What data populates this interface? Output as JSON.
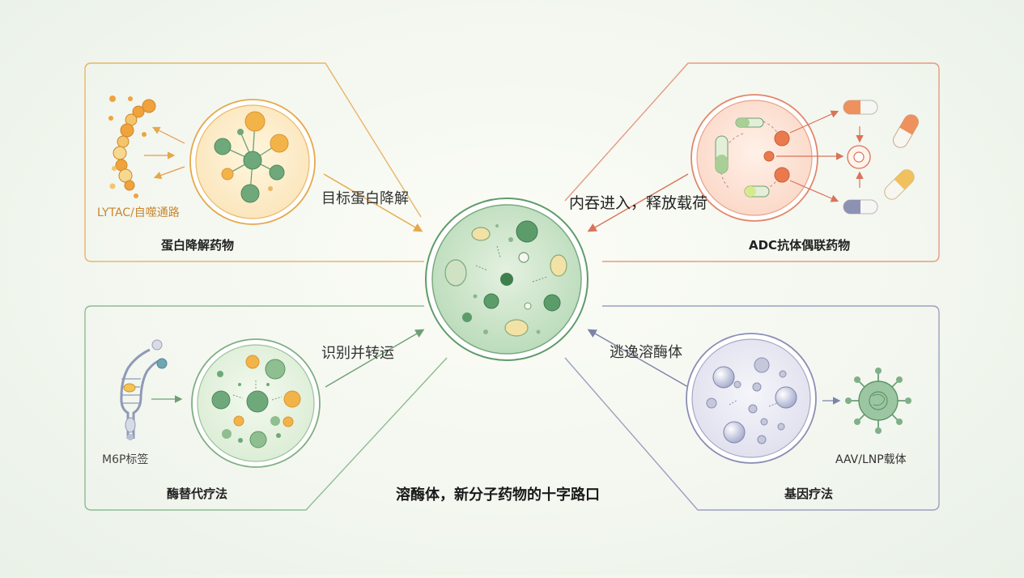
{
  "center": {
    "title": "溶酶体，新分子药物的十字路口"
  },
  "panels": {
    "protein_degradation": {
      "title": "蛋白降解药物",
      "sub_label": "LYTAC/自噬通路",
      "arrow_label": "目标蛋白降解",
      "color": "#e5a84a"
    },
    "adc": {
      "title": "ADC抗体偶联药物",
      "arrow_label": "内吞进入，释放载荷",
      "color": "#e3866a"
    },
    "enzyme_replacement": {
      "title": "酶替代疗法",
      "sub_label": "M6P标签",
      "arrow_label": "识别并转运",
      "color": "#7fae84"
    },
    "gene_therapy": {
      "title": "基因疗法",
      "sub_label": "AAV/LNP载体",
      "arrow_label": "逃逸溶酶体",
      "color": "#8a8fb5"
    }
  },
  "icons": {
    "center": "lysosome-icon",
    "protein_degradation": "protein-network-icon",
    "adc": "antibody-drug-conjugate-icon",
    "enzyme": "enzyme-lysosome-icon",
    "gene": "gene-vesicle-icon",
    "virus": "virus-icon",
    "capsule": "capsule-icon",
    "receptor": "m6p-receptor-icon",
    "chain": "protein-chain-icon"
  }
}
